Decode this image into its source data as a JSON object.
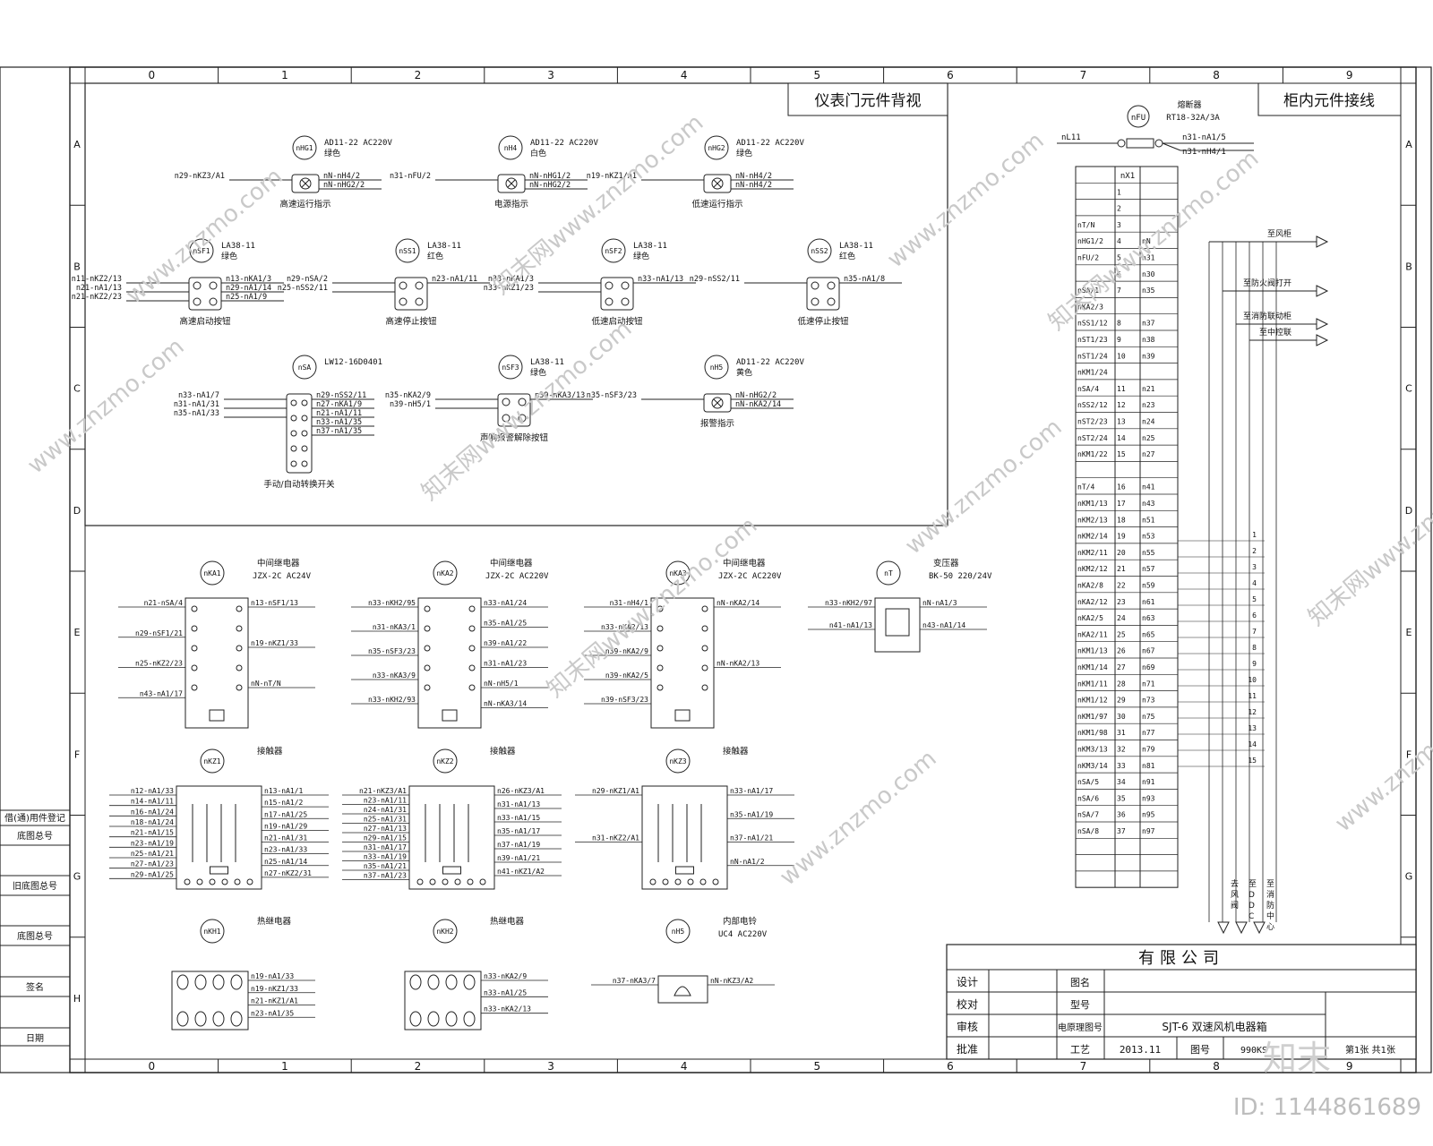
{
  "grid": {
    "columns": [
      "0",
      "1",
      "2",
      "3",
      "4",
      "5",
      "6",
      "7",
      "8",
      "9"
    ],
    "rows": [
      "A",
      "B",
      "C",
      "D",
      "E",
      "F",
      "G",
      "H"
    ]
  },
  "left_strip": [
    "借(通)用件登记",
    "底图总号",
    "旧底图总号",
    "底图总号",
    "签名",
    "日期"
  ],
  "panel_front": {
    "title": "仪表门元件背视",
    "components": [
      {
        "tag": "nHG1",
        "model": "AD11-22 AC220V",
        "note": "绿色",
        "left": [
          "n29-nKZ3/A1"
        ],
        "right": [
          "nN-nH4/2",
          "nN-nHG2/2"
        ],
        "caption": "高速运行指示"
      },
      {
        "tag": "nH4",
        "model": "AD11-22 AC220V",
        "note": "白色",
        "left": [
          "n31-nFU/2"
        ],
        "right": [
          "nN-nHG1/2",
          "nN-nHG2/2"
        ],
        "caption": "电源指示"
      },
      {
        "tag": "nHG2",
        "model": "AD11-22 AC220V",
        "note": "绿色",
        "left": [
          "n19-nKZ1/A1"
        ],
        "right": [
          "nN-nH4/2",
          "nN-nH4/2"
        ],
        "caption": "低速运行指示"
      },
      {
        "tag": "nSF1",
        "model": "LA38-11",
        "note": "绿色",
        "left": [
          "n11-nKZ2/13",
          "n21-nA1/13",
          "n21-nKZ2/23"
        ],
        "right": [
          "n13-nKA1/3",
          "n29-nA1/14",
          "n25-nA1/9"
        ],
        "caption": "高速启动按钮"
      },
      {
        "tag": "nSS1",
        "model": "LA38-11",
        "note": "红色",
        "left": [
          "n29-nSA/2",
          "n25-nSS2/11"
        ],
        "right": [
          "n23-nA1/11"
        ],
        "caption": "高速停止按钮"
      },
      {
        "tag": "nSF2",
        "model": "LA38-11",
        "note": "绿色",
        "left": [
          "n33-nKA1/3",
          "n33-nKZ1/23"
        ],
        "right": [
          "n33-nA1/13"
        ],
        "caption": "低速启动按钮"
      },
      {
        "tag": "nSS2",
        "model": "LA38-11",
        "note": "红色",
        "left": [
          "n29-nSS2/11"
        ],
        "right": [
          "n35-nA1/8"
        ],
        "caption": "低速停止按钮"
      },
      {
        "tag": "nSA",
        "model": "LW12-16D0401",
        "note": "",
        "left": [
          "n33-nA1/7",
          "n31-nA1/31",
          "n35-nA1/33"
        ],
        "right": [
          "n29-nSS2/11",
          "n27-nKA1/9",
          "n21-nA1/11",
          "n33-nA1/35",
          "n37-nA1/35"
        ],
        "caption": "手动/自动转换开关"
      },
      {
        "tag": "nSF3",
        "model": "LA38-11",
        "note": "绿色",
        "left": [
          "n35-nKA2/9",
          "n39-nH5/1"
        ],
        "right": [
          "n39-nKA3/13"
        ],
        "caption": "声响报警解除按钮"
      },
      {
        "tag": "nH5",
        "model": "AD11-22 AC220V",
        "note": "黄色",
        "left": [
          "n35-nSF3/23"
        ],
        "right": [
          "nN-nHG2/2",
          "nN-nKA2/14"
        ],
        "caption": "报警指示"
      }
    ]
  },
  "panel_cabinet": {
    "title": "柜内元件接线",
    "fuse": {
      "tag": "nFU",
      "label": "熔断器",
      "model": "RT18-32A/3A",
      "left": "nL11",
      "right": [
        "n31-nA1/5",
        "n31-nH4/1"
      ]
    },
    "terminal_header": "nX1",
    "terminal_rows": [
      {
        "left": "",
        "no": "1",
        "right": ""
      },
      {
        "left": "",
        "no": "2",
        "right": ""
      },
      {
        "left": "nT/N",
        "no": "3",
        "right": ""
      },
      {
        "left": "nHG1/2",
        "no": "4",
        "right": "nN"
      },
      {
        "left": "nFU/2",
        "no": "5",
        "right": "n31"
      },
      {
        "left": "",
        "no": "6",
        "right": "n30"
      },
      {
        "left": "nSA/1",
        "no": "7",
        "right": "n35"
      },
      {
        "left": "nKA2/3",
        "no": "",
        "right": ""
      },
      {
        "left": "nSS1/12",
        "no": "8",
        "right": "n37"
      },
      {
        "left": "nST1/23",
        "no": "9",
        "right": "n38"
      },
      {
        "left": "nST1/24",
        "no": "10",
        "right": "n39"
      },
      {
        "left": "nKM1/24",
        "no": "",
        "right": ""
      },
      {
        "left": "nSA/4",
        "no": "11",
        "right": "n21"
      },
      {
        "left": "nSS2/12",
        "no": "12",
        "right": "n23"
      },
      {
        "left": "nST2/23",
        "no": "13",
        "right": "n24"
      },
      {
        "left": "nST2/24",
        "no": "14",
        "right": "n25"
      },
      {
        "left": "nKM1/22",
        "no": "15",
        "right": "n27"
      },
      {
        "left": "",
        "no": "",
        "right": ""
      },
      {
        "left": "nT/4",
        "no": "16",
        "right": "n41"
      },
      {
        "left": "nKM1/13",
        "no": "17",
        "right": "n43"
      },
      {
        "left": "nKM2/13",
        "no": "18",
        "right": "n51"
      },
      {
        "left": "nKM2/14",
        "no": "19",
        "right": "n53"
      },
      {
        "left": "nKM2/11",
        "no": "20",
        "right": "n55"
      },
      {
        "left": "nKM2/12",
        "no": "21",
        "right": "n57"
      },
      {
        "left": "nKA2/8",
        "no": "22",
        "right": "n59"
      },
      {
        "left": "nKA2/12",
        "no": "23",
        "right": "n61"
      },
      {
        "left": "nKA2/5",
        "no": "24",
        "right": "n63"
      },
      {
        "left": "nKA2/11",
        "no": "25",
        "right": "n65"
      },
      {
        "left": "nKM1/13",
        "no": "26",
        "right": "n67"
      },
      {
        "left": "nKM1/14",
        "no": "27",
        "right": "n69"
      },
      {
        "left": "nKM1/11",
        "no": "28",
        "right": "n71"
      },
      {
        "left": "nKM1/12",
        "no": "29",
        "right": "n73"
      },
      {
        "left": "nKM1/97",
        "no": "30",
        "right": "n75"
      },
      {
        "left": "nKM1/98",
        "no": "31",
        "right": "n77"
      },
      {
        "left": "nKM3/13",
        "no": "32",
        "right": "n79"
      },
      {
        "left": "nKM3/14",
        "no": "33",
        "right": "n81"
      },
      {
        "left": "nSA/5",
        "no": "34",
        "right": "n91"
      },
      {
        "left": "nSA/6",
        "no": "35",
        "right": "n93"
      },
      {
        "left": "nSA/7",
        "no": "36",
        "right": "n95"
      },
      {
        "left": "nSA/8",
        "no": "37",
        "right": "n97"
      }
    ],
    "outgoing": [
      "至风柜",
      "至防火阀打开",
      "至消防联动柜",
      "至中控联"
    ],
    "wire_numbers": [
      "1",
      "2",
      "3",
      "4",
      "5",
      "6",
      "7",
      "8",
      "9",
      "10",
      "11",
      "12",
      "13",
      "14",
      "15"
    ],
    "bottom_labels": [
      "去风阀",
      "至DDC",
      "至消防中心"
    ]
  },
  "panel_devices": [
    {
      "tag": "nKA1",
      "label": "中间继电器",
      "model": "JZX-2C AC24V",
      "left": [
        "n21-nSA/4",
        "n29-nSF1/21",
        "n25-nKZ2/23",
        "n43-nA1/17"
      ],
      "right": [
        "n13-nSF1/13",
        "n19-nKZ1/33",
        "nN-nT/N"
      ]
    },
    {
      "tag": "nKA2",
      "label": "中间继电器",
      "model": "JZX-2C AC220V",
      "left": [
        "n33-nKH2/95",
        "n31-nKA3/1",
        "n35-nSF3/23",
        "n33-nKA3/9",
        "n33-nKH2/93"
      ],
      "right": [
        "n33-nA1/24",
        "n35-nA1/25",
        "n39-nA1/22",
        "n31-nA1/23",
        "nN-nH5/1",
        "nN-nKA3/14"
      ]
    },
    {
      "tag": "nKA3",
      "label": "中间继电器",
      "model": "JZX-2C AC220V",
      "left": [
        "n31-nH4/1",
        "n33-nKA2/13",
        "n39-nKA2/9",
        "n39-nKA2/5",
        "n39-nSF3/23"
      ],
      "right": [
        "nN-nKA2/14",
        "nN-nKA2/13"
      ]
    },
    {
      "tag": "nT",
      "label": "变压器",
      "model": "BK-50 220/24V",
      "left": [
        "n33-nKH2/97",
        "n41-nA1/13"
      ],
      "right": [
        "nN-nA1/3",
        "n43-nA1/14"
      ]
    },
    {
      "tag": "nKZ1",
      "label": "接触器",
      "model": "",
      "left": [
        "n12-nA1/33",
        "n14-nA1/11",
        "n16-nA1/24",
        "n18-nA1/24",
        "n21-nA1/15",
        "n23-nA1/19",
        "n25-nA1/21",
        "n27-nA1/23",
        "n29-nA1/25"
      ],
      "right": [
        "n13-nA1/1",
        "n15-nA1/2",
        "n17-nA1/25",
        "n19-nA1/29",
        "n21-nA1/31",
        "n23-nA1/33",
        "n25-nA1/14",
        "n27-nKZ2/31"
      ]
    },
    {
      "tag": "nKZ2",
      "label": "接触器",
      "model": "",
      "left": [
        "n21-nKZ3/A1",
        "n23-nA1/11",
        "n24-nA1/31",
        "n25-nA1/31",
        "n27-nA1/13",
        "n29-nA1/15",
        "n31-nA1/17",
        "n33-nA1/19",
        "n35-nA1/21",
        "n37-nA1/23"
      ],
      "right": [
        "n26-nKZ3/A1",
        "n31-nA1/13",
        "n33-nA1/15",
        "n35-nA1/17",
        "n37-nA1/19",
        "n39-nA1/21",
        "n41-nKZ1/A2"
      ]
    },
    {
      "tag": "nKZ3",
      "label": "接触器",
      "model": "",
      "left": [
        "n29-nKZ1/A1",
        "n31-nKZ2/A1"
      ],
      "right": [
        "n33-nA1/17",
        "n35-nA1/19",
        "n37-nA1/21",
        "nN-nA1/2"
      ]
    },
    {
      "tag": "nKH1",
      "label": "热继电器",
      "model": "",
      "left": [],
      "right": [
        "n19-nA1/33",
        "n19-nKZ1/33",
        "n21-nKZ1/A1",
        "n23-nA1/35"
      ]
    },
    {
      "tag": "nKH2",
      "label": "热继电器",
      "model": "",
      "left": [],
      "right": [
        "n33-nKA2/9",
        "n33-nA1/25",
        "n33-nKA2/13"
      ]
    },
    {
      "tag": "nH5",
      "label": "内部电铃",
      "model": "UC4 AC220V",
      "left": [
        "n37-nKA3/7"
      ],
      "right": [
        "nN-nKZ3/A2"
      ]
    }
  ],
  "title_block": {
    "company": "有限公司",
    "rows": [
      {
        "label": "设计",
        "mid": "图名"
      },
      {
        "label": "校对",
        "mid": "型号"
      },
      {
        "label": "审核",
        "mid": "电原理图号"
      },
      {
        "label": "批准",
        "mid": "工艺"
      }
    ],
    "drawing_name": "SJT-6 双速风机电器箱",
    "date": "2013.11",
    "figure_label": "图号",
    "figure_no": "990KS",
    "sheet": "第1张  共1张"
  },
  "watermarks": [
    "www.znzmo.com",
    "知末网www.znzmo.com"
  ],
  "brand": "知末",
  "image_id": "ID: 1144861689"
}
